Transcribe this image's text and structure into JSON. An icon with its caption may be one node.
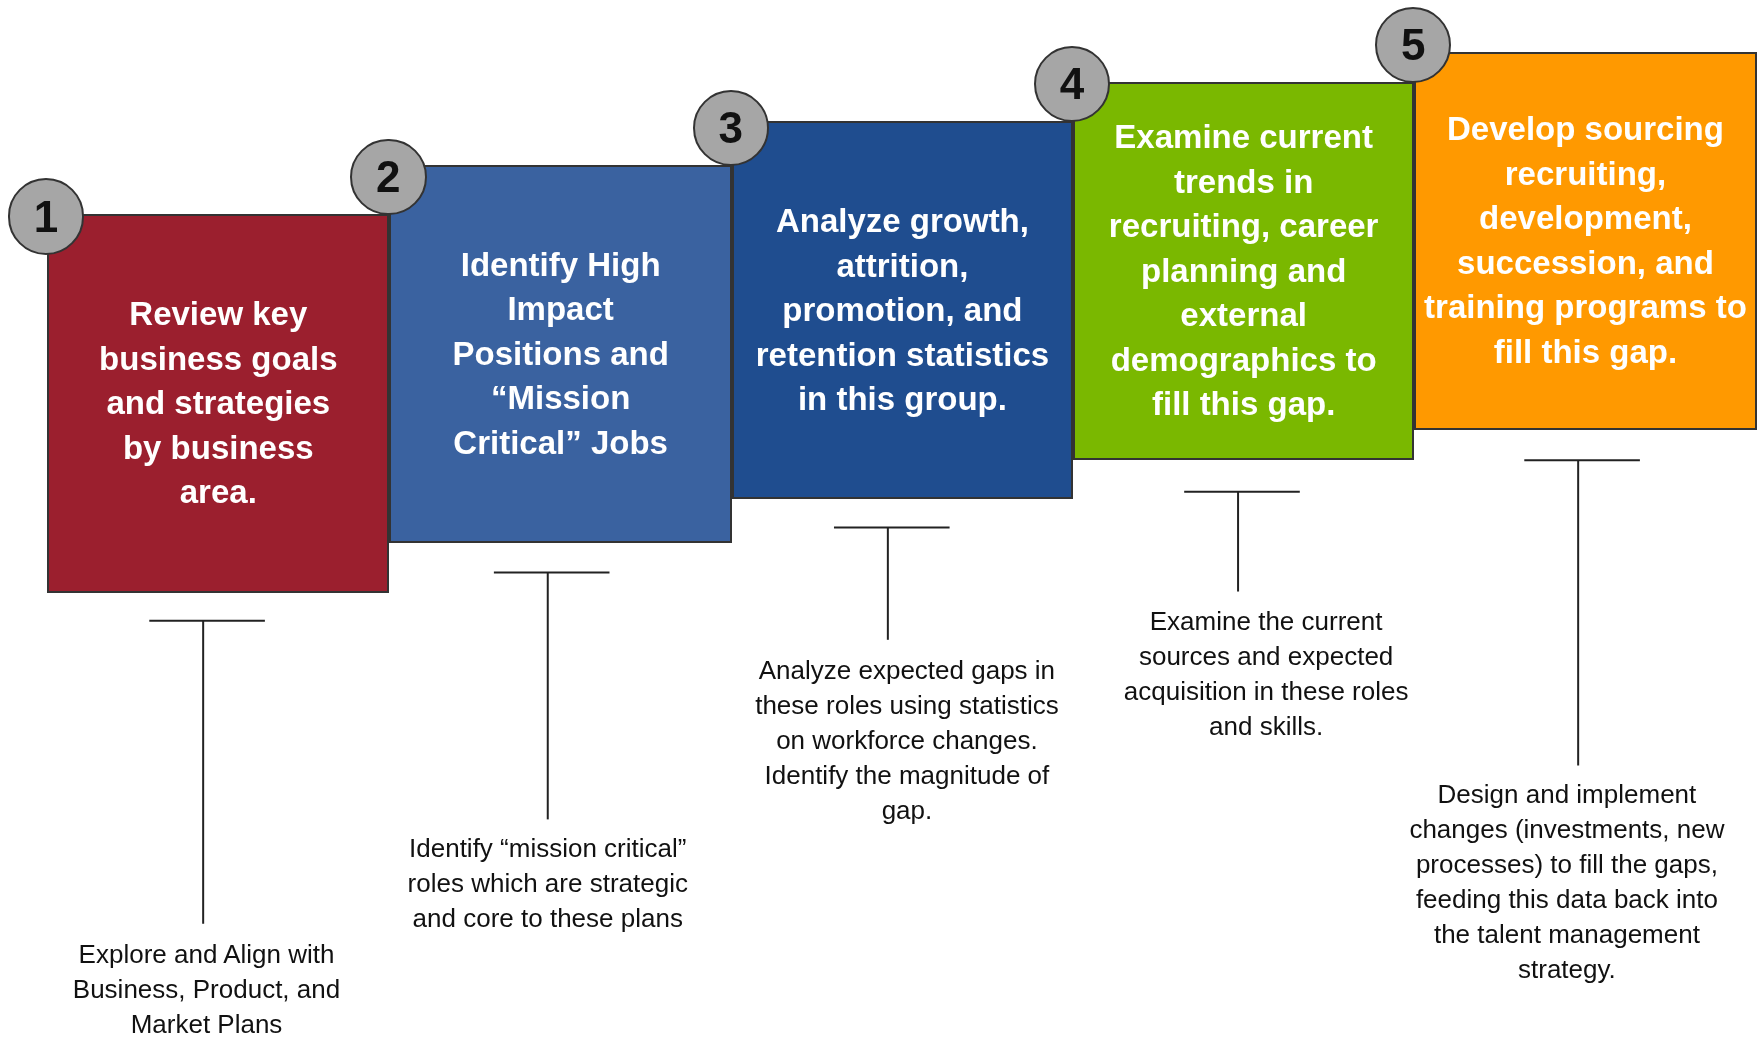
{
  "diagram": {
    "nodes": [
      {
        "text": [
          "1"
        ]
      },
      {
        "text": [
          "Review key business goals and strategies by business area."
        ]
      },
      {
        "text": [
          "2"
        ]
      },
      {
        "text": [
          "Identify High Impact Positions and “Mission Critical” Jobs"
        ]
      },
      {
        "text": [
          "3"
        ]
      },
      {
        "text": [
          "Analyze growth, attrition, promotion, and retention statistics in this group."
        ]
      },
      {
        "text": [
          "4"
        ]
      },
      {
        "text": [
          "Examine current trends in recruiting, career planning and external demographics to fill this gap."
        ]
      },
      {
        "text": [
          "5"
        ]
      },
      {
        "text": [
          "Develop sourcing recruiting, development, succession, and training programs to fill this gap."
        ]
      }
    ],
    "labels": [
      "Explore and Align with Business, Product, and Market Plans",
      "Identify “mission critical” roles which are strategic and core to these plans",
      "Analyze expected gaps in these roles using statistics on workforce changes.  Identify the magnitude of gap.",
      "Examine the current sources and expected acquisition in these roles and skills.",
      "Design and implement changes (investments, new processes) to fill the gaps, feeding this data back into the talent management strategy."
    ]
  }
}
